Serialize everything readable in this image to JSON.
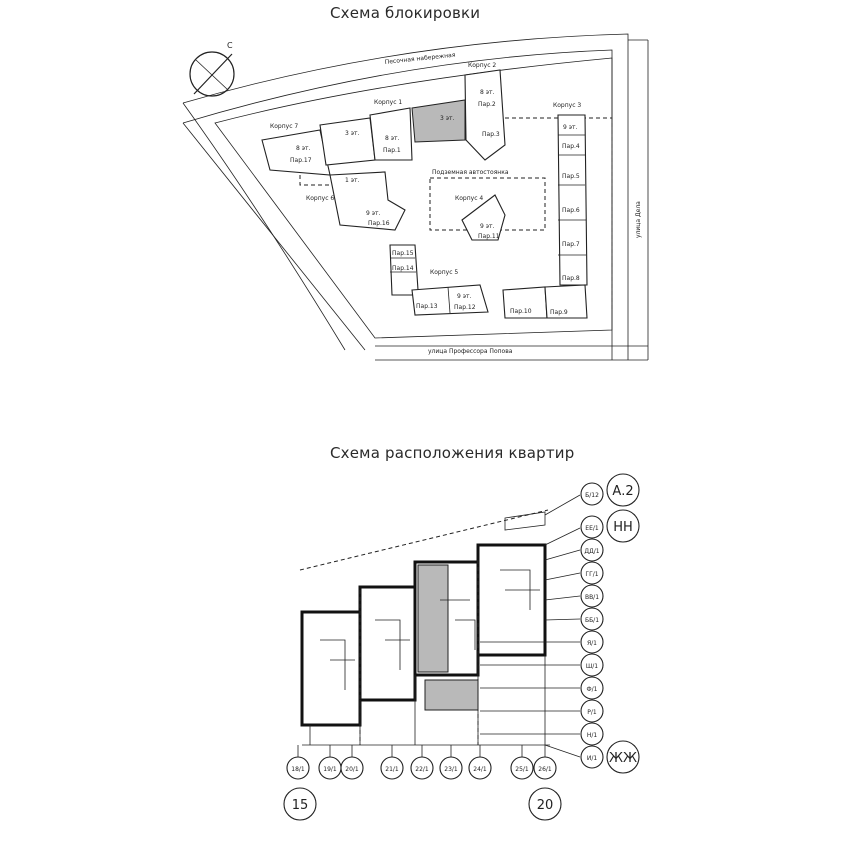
{
  "titles": {
    "blocking": "Схема блокировки",
    "apartments": "Схема расположения квартир"
  },
  "site_plan": {
    "north": "С",
    "streets": {
      "embankment": "Песочная набережная",
      "popov": "улица Профессора Попова",
      "delo": "улица Дела"
    },
    "parking": "Подземная автостоянка",
    "buildings": [
      {
        "name": "Корпус 1",
        "floors": "8 эт.",
        "entrance": "Пар.1"
      },
      {
        "name": "Корпус 2",
        "floors": "8 эт.",
        "entrance": "Пар.2",
        "entrance_b": "Пар.3"
      },
      {
        "name": "Корпус 3",
        "floors": "9 эт.",
        "entrances": [
          "Пар.4",
          "Пар.5",
          "Пар.6",
          "Пар.7",
          "Пар.8",
          "Пар.9",
          "Пар.10"
        ]
      },
      {
        "name": "Корпус 4",
        "floors": "9 эт.",
        "entrance": "Пар.11"
      },
      {
        "name": "Корпус 5",
        "floors": "9 эт.",
        "entrances": [
          "Пар.12",
          "Пар.13",
          "Пар.14",
          "Пар.15"
        ]
      },
      {
        "name": "Корпус 6",
        "floors": "9 эт.",
        "entrance": "Пар.16"
      },
      {
        "name": "Корпус 7",
        "floors": "8 эт.",
        "entrance": "Пар.17"
      }
    ],
    "extra_floors": [
      "3 эт.",
      "3 эт.",
      "1 эт."
    ]
  },
  "floor_plan": {
    "right_axes": [
      "Б/12",
      "ЕЕ/1",
      "ДД/1",
      "ГГ/1",
      "ВВ/1",
      "ББ/1",
      "Я/1",
      "Ш/1",
      "Ф/1",
      "Р/1",
      "Н/1",
      "И/1"
    ],
    "bottom_axes": [
      "18/1",
      "19/1",
      "20/1",
      "21/1",
      "22/1",
      "23/1",
      "24/1",
      "25/1",
      "26/1"
    ],
    "big_markers": {
      "top": "А.2",
      "mid": "НН",
      "bottom": "ЖЖ",
      "left": "15",
      "right": "20"
    }
  }
}
